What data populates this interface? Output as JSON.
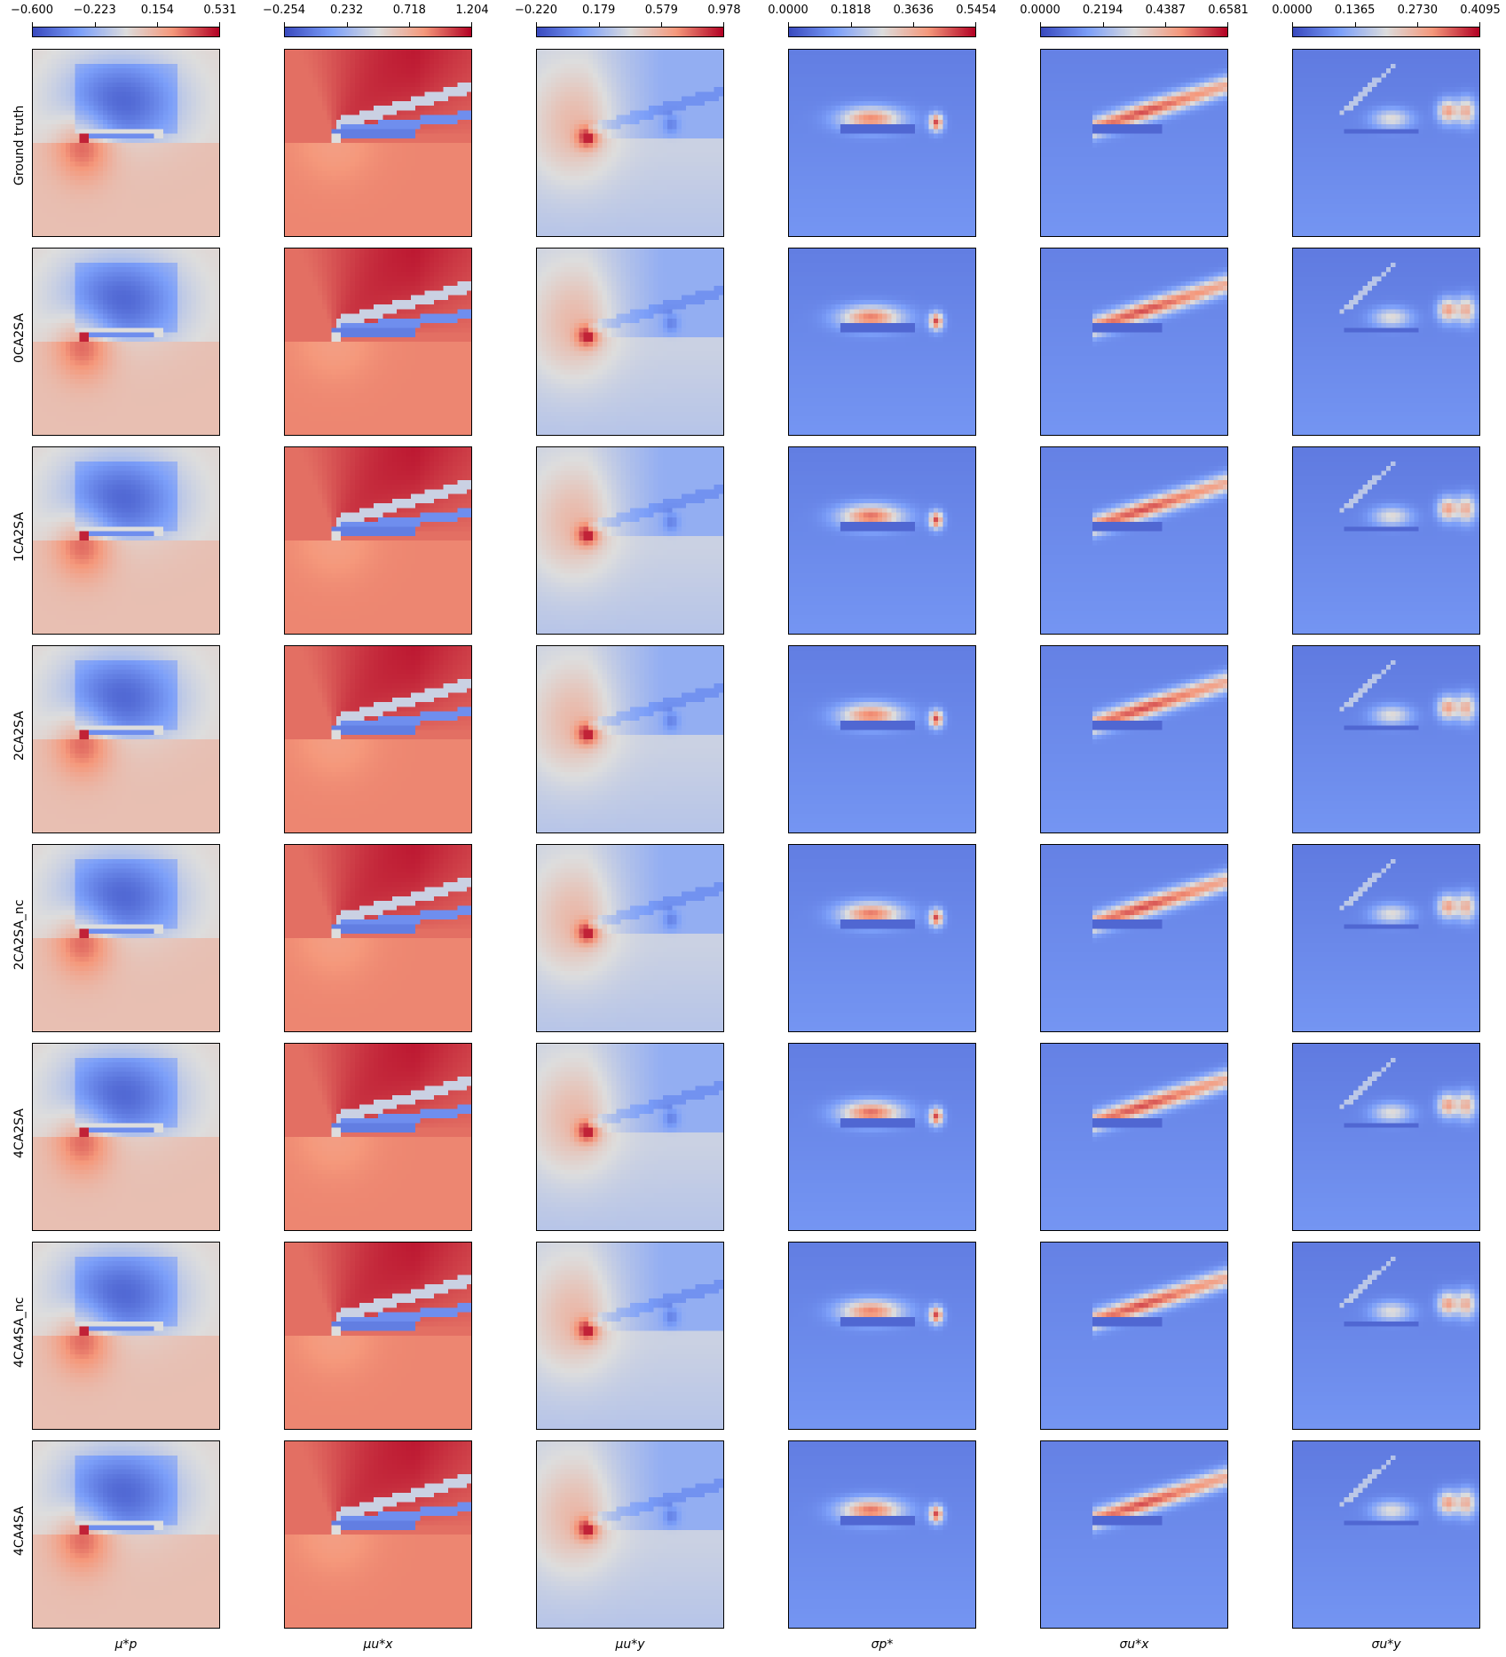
{
  "chart_data": {
    "type": "heatmap",
    "colormap": "coolwarm",
    "columns": [
      {
        "xlabel": "μ*p",
        "ticks": [
          "−0.600",
          "−0.223",
          "0.154",
          "0.531"
        ],
        "vmin": -0.6,
        "vmax": 0.531
      },
      {
        "xlabel": "μu*x",
        "ticks": [
          "−0.254",
          "0.232",
          "0.718",
          "1.204"
        ],
        "vmin": -0.254,
        "vmax": 1.204
      },
      {
        "xlabel": "μu*y",
        "ticks": [
          "−0.220",
          "0.179",
          "0.579",
          "0.978"
        ],
        "vmin": -0.22,
        "vmax": 0.978
      },
      {
        "xlabel": "σp*",
        "ticks": [
          "0.0000",
          "0.1818",
          "0.3636",
          "0.5454"
        ],
        "vmin": 0.0,
        "vmax": 0.5454
      },
      {
        "xlabel": "σu*x",
        "ticks": [
          "0.0000",
          "0.2194",
          "0.4387",
          "0.6581"
        ],
        "vmin": 0.0,
        "vmax": 0.6581
      },
      {
        "xlabel": "σu*y",
        "ticks": [
          "0.0000",
          "0.1365",
          "0.2730",
          "0.4095"
        ],
        "vmin": 0.0,
        "vmax": 0.4095
      }
    ],
    "rows": [
      "Ground truth",
      "0CA2SA",
      "1CA2SA",
      "2CA2SA",
      "2CA2SA_nc",
      "4CA2SA",
      "4CA4SA_nc",
      "4CA4SA"
    ],
    "grid_resolution": 40
  }
}
